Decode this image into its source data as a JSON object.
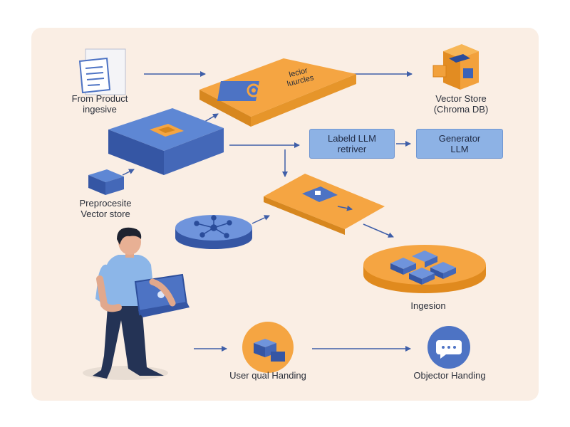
{
  "labels": {
    "ingest": [
      "From Product",
      "ingesive"
    ],
    "center_top": [
      "Iecior",
      "Iuurcles"
    ],
    "vector_store_top": [
      "Vector Store",
      "(Chroma DB)"
    ],
    "preprocess": [
      "Preprocesite",
      "Vector store"
    ],
    "ingestion": "Ingesion",
    "user_handling": "User qual Handing",
    "objector_handling": "Objector Handing"
  },
  "boxes": {
    "retriever": [
      "Labeld LLM",
      "retriver"
    ],
    "generator": [
      "Generator",
      "LLM"
    ]
  },
  "colors": {
    "panel": "#faeee4",
    "orange": "#f5a542",
    "blue": "#4d73c4",
    "light_blue": "#8db2e5",
    "arrow": "#3e5ea8"
  },
  "icons": [
    "document-icon",
    "gear-icon",
    "vector-store-cube-icon",
    "chip-icon",
    "database-block-icon",
    "network-node-icon",
    "cubes-icon",
    "chat-bubble-icon",
    "laptop-icon"
  ]
}
